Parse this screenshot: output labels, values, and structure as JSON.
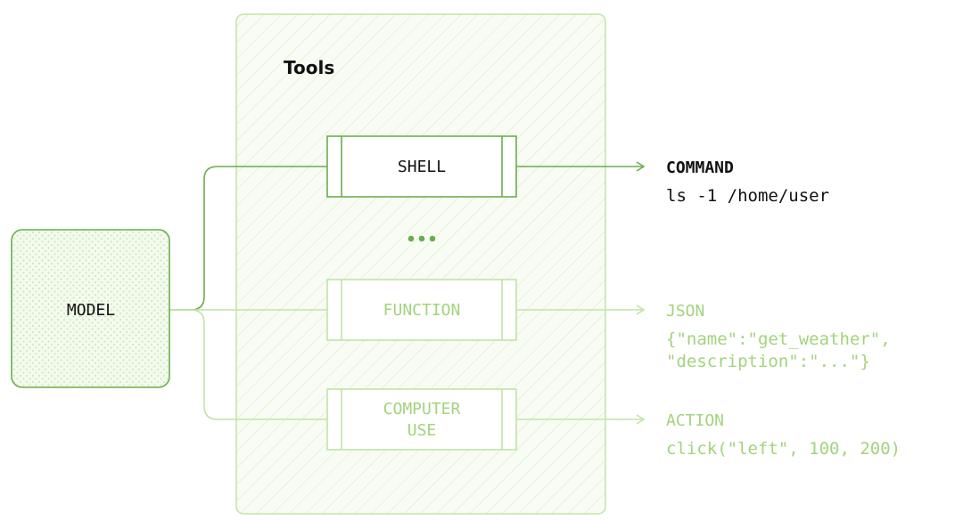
{
  "title": "Tools",
  "model_label": "MODEL",
  "tools": [
    {
      "label_lines": [
        "SHELL"
      ],
      "output_title": "COMMAND",
      "output_lines": [
        "ls -1 /home/user"
      ],
      "active": true
    },
    {
      "label_lines": [
        "FUNCTION"
      ],
      "output_title": "JSON",
      "output_lines": [
        "{\"name\":\"get_weather\",",
        "\"description\":\"...\"}"
      ],
      "active": false
    },
    {
      "label_lines": [
        "COMPUTER",
        "USE"
      ],
      "output_title": "ACTION",
      "output_lines": [
        "click(\"left\", 100, 200)"
      ],
      "active": false
    }
  ],
  "colors": {
    "active_stroke": "#6aad4e",
    "faded_stroke": "#c2e3a6",
    "faded_text": "#a3d37e",
    "panel_fill": "#f8fcf4",
    "hatch": "#dbeec9",
    "dots": "#6aad4e",
    "text_dark": "#111111"
  }
}
